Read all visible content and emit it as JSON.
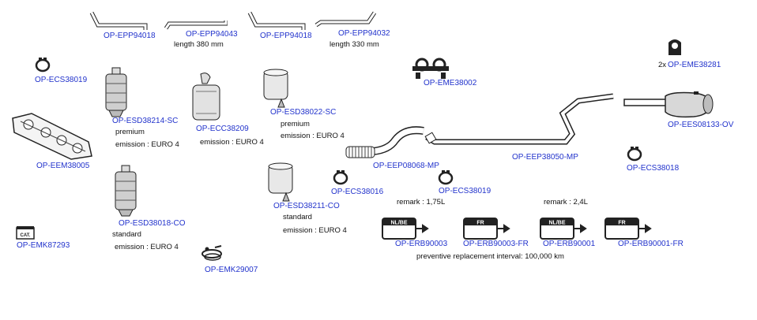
{
  "parts": {
    "epp94018_a": {
      "code": "OP-EPP94018"
    },
    "epp94043": {
      "code": "OP-EPP94043",
      "note": "length 380 mm"
    },
    "epp94018_b": {
      "code": "OP-EPP94018"
    },
    "epp94032": {
      "code": "OP-EPP94032",
      "note": "length 330 mm"
    },
    "ecs38019_a": {
      "code": "OP-ECS38019"
    },
    "esd38214": {
      "code": "OP-ESD38214-SC",
      "note1": "premium",
      "note2": "emission : EURO 4"
    },
    "ecc38209": {
      "code": "OP-ECC38209",
      "note1": "emission : EURO 4"
    },
    "esd38022": {
      "code": "OP-ESD38022-SC",
      "note1": "premium",
      "note2": "emission : EURO 4"
    },
    "eme38002": {
      "code": "OP-EME38002"
    },
    "eme38281": {
      "code": "OP-EME38281",
      "prefix": "2x"
    },
    "eem38005": {
      "code": "OP-EEM38005"
    },
    "eep08068": {
      "code": "OP-EEP08068-MP"
    },
    "eep38050": {
      "code": "OP-EEP38050-MP"
    },
    "ees08133": {
      "code": "OP-EES08133-OV"
    },
    "ecs38018": {
      "code": "OP-ECS38018"
    },
    "esd38018": {
      "code": "OP-ESD38018-CO",
      "note1": "standard",
      "note2": "emission : EURO 4"
    },
    "esd38211": {
      "code": "OP-ESD38211-CO",
      "note1": "standard",
      "note2": "emission : EURO 4"
    },
    "ecs38016": {
      "code": "OP-ECS38016"
    },
    "ecs38019_b": {
      "code": "OP-ECS38019"
    },
    "remark_175": {
      "note": "remark : 1,75L"
    },
    "remark_24": {
      "note": "remark : 2,4L"
    },
    "emk87293": {
      "code": "OP-EMK87293",
      "icon_text": "CAT."
    },
    "emk29007": {
      "code": "OP-EMK29007"
    },
    "erb90003": {
      "code": "OP-ERB90003",
      "badge": "NL/BE"
    },
    "erb90003fr": {
      "code": "OP-ERB90003-FR",
      "badge": "FR"
    },
    "erb90001": {
      "code": "OP-ERB90001",
      "badge": "NL/BE"
    },
    "erb90001fr": {
      "code": "OP-ERB90001-FR",
      "badge": "FR"
    },
    "interval": {
      "note": "preventive replacement interval: 100,000 km"
    }
  },
  "colors": {
    "link": "#2233cc",
    "text": "#111111",
    "line": "#222222"
  }
}
